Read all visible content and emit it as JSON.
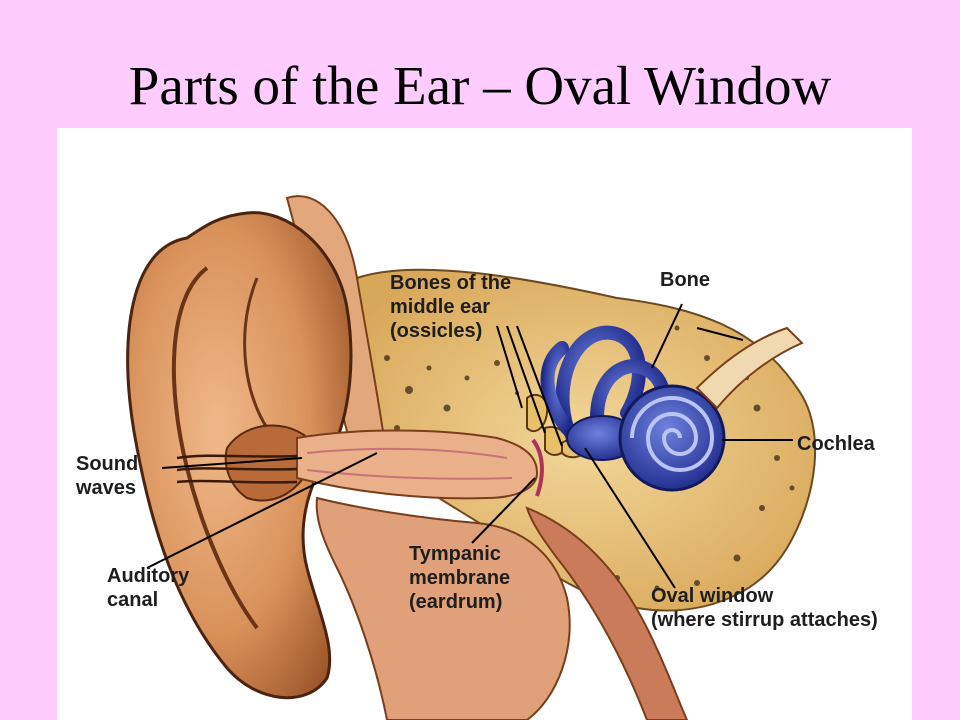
{
  "title": "Parts of the Ear – Oval Window",
  "labels": {
    "bones_line1": "Bones of the",
    "bones_line2": "middle ear",
    "bones_line3": "(ossicles)",
    "bone": "Bone",
    "cochlea": "Cochlea",
    "sound_line1": "Sound",
    "sound_line2": "waves",
    "auditory_line1": "Auditory",
    "auditory_line2": "canal",
    "tympanic_line1": "Tympanic",
    "tympanic_line2": "membrane",
    "tympanic_line3": "(eardrum)",
    "oval_line1": "Oval window",
    "oval_line2": "(where stirrup attaches)"
  },
  "colors": {
    "background": "#FFCCFF",
    "skin": "#D9915A",
    "skin_dark": "#8B4A22",
    "bone": "#E8C57A",
    "inner_ear": "#2B3BA8",
    "cochlea_light": "#8FA0E6"
  }
}
